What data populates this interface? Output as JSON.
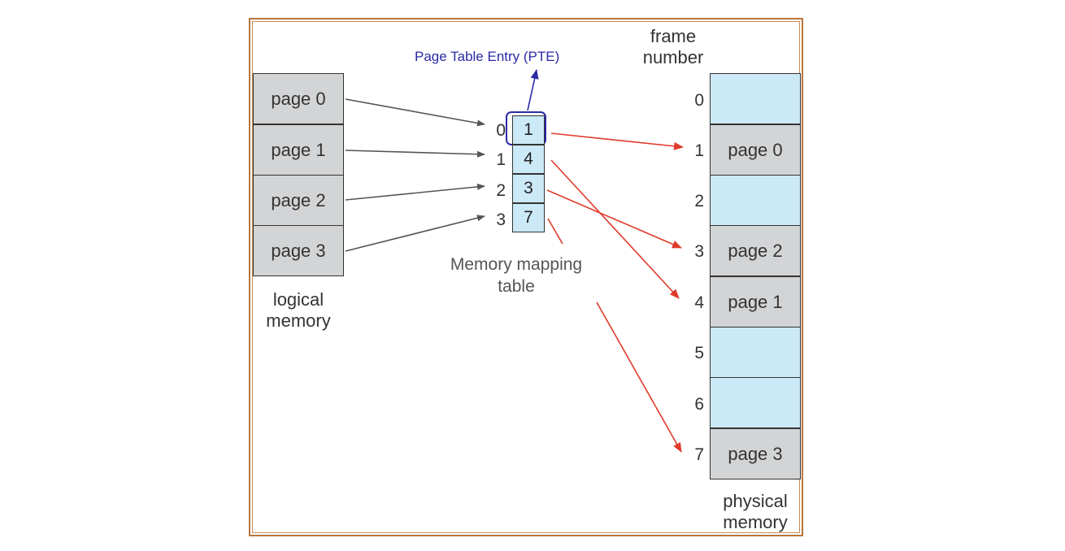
{
  "pte_label": "Page Table Entry (PTE)",
  "frame_number_label": [
    "frame",
    "number"
  ],
  "logical_memory": {
    "pages": [
      "page 0",
      "page 1",
      "page 2",
      "page 3"
    ],
    "caption": [
      "logical",
      "memory"
    ]
  },
  "page_table": {
    "indices": [
      "0",
      "1",
      "2",
      "3"
    ],
    "entries": [
      "1",
      "4",
      "3",
      "7"
    ],
    "caption": [
      "Memory mapping",
      "table"
    ]
  },
  "physical_memory": {
    "frame_numbers": [
      "0",
      "1",
      "2",
      "3",
      "4",
      "5",
      "6",
      "7"
    ],
    "frames": [
      "",
      "page 0",
      "",
      "page 2",
      "page 1",
      "",
      "",
      "page 3"
    ],
    "caption": [
      "physical",
      "memory"
    ]
  },
  "colors": {
    "border": "#b8763a",
    "page_gray": "#d3d4d6",
    "frame_blue": "#cce9f7",
    "pte_blue": "#2a2aa6",
    "mapping_arrow_red": "#e03a2a",
    "index_arrow_gray": "#555555"
  }
}
